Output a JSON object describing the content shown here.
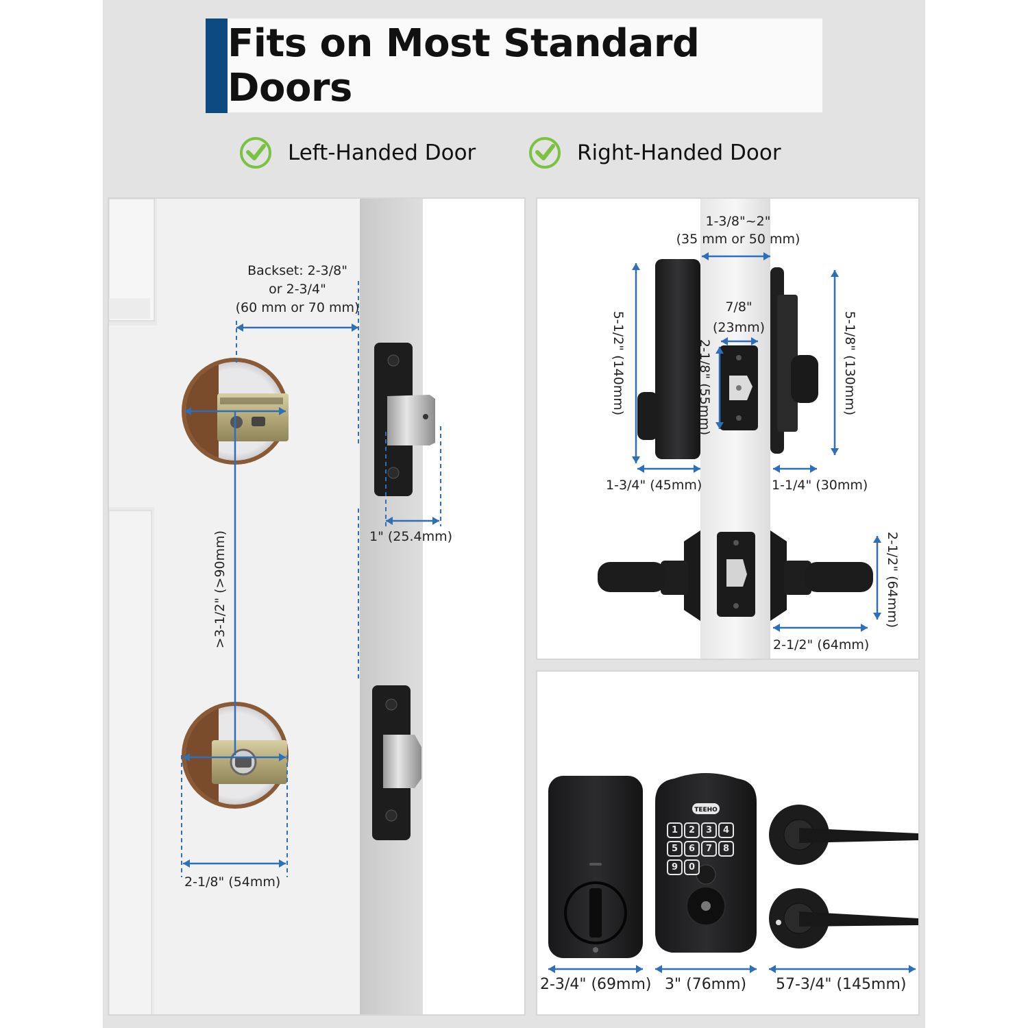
{
  "title": "Fits on Most Standard Doors",
  "door_types": [
    {
      "label": "Left-Handed Door",
      "icon": "check-circle-icon"
    },
    {
      "label": "Right-Handed Door",
      "icon": "check-circle-icon"
    }
  ],
  "colors": {
    "accent": "#0c4a80",
    "check": "#7cc242",
    "dimension_line": "#2f6fb8"
  },
  "left_panel": {
    "backset": [
      "Backset: 2-3/8\"",
      "or 2-3/4\"",
      "(60 mm or 70 mm)"
    ],
    "latch_depth": "1\" (25.4mm)",
    "hole_spacing": ">3-1/2\" (>90mm)",
    "hole_diameter": "2-1/8\" (54mm)"
  },
  "top_right_panel": {
    "door_thickness": [
      "1-3/8\"~2\"",
      "(35 mm or 50 mm)"
    ],
    "latch_width": [
      "7/8\"",
      "(23mm)"
    ],
    "faceplate_height": "2-1/8\" (55mm)",
    "interior_height": "5-1/2\" (140mm)",
    "exterior_height": "5-1/8\" (130mm)",
    "interior_depth": "1-3/4\" (45mm)",
    "exterior_depth": "1-1/4\" (30mm)",
    "rose_diameter": "2-1/2\" (64mm)",
    "lever_length": "2-1/2\" (64mm)"
  },
  "bottom_right_panel": {
    "brand": "TEEHO",
    "keypad_keys": [
      "1",
      "2",
      "3",
      "4",
      "5",
      "6",
      "7",
      "8",
      "9",
      "0"
    ],
    "interior_width": "2-3/4\" (69mm)",
    "keypad_width": "3\" (76mm)",
    "lever_width": "57-3/4\" (145mm)"
  }
}
